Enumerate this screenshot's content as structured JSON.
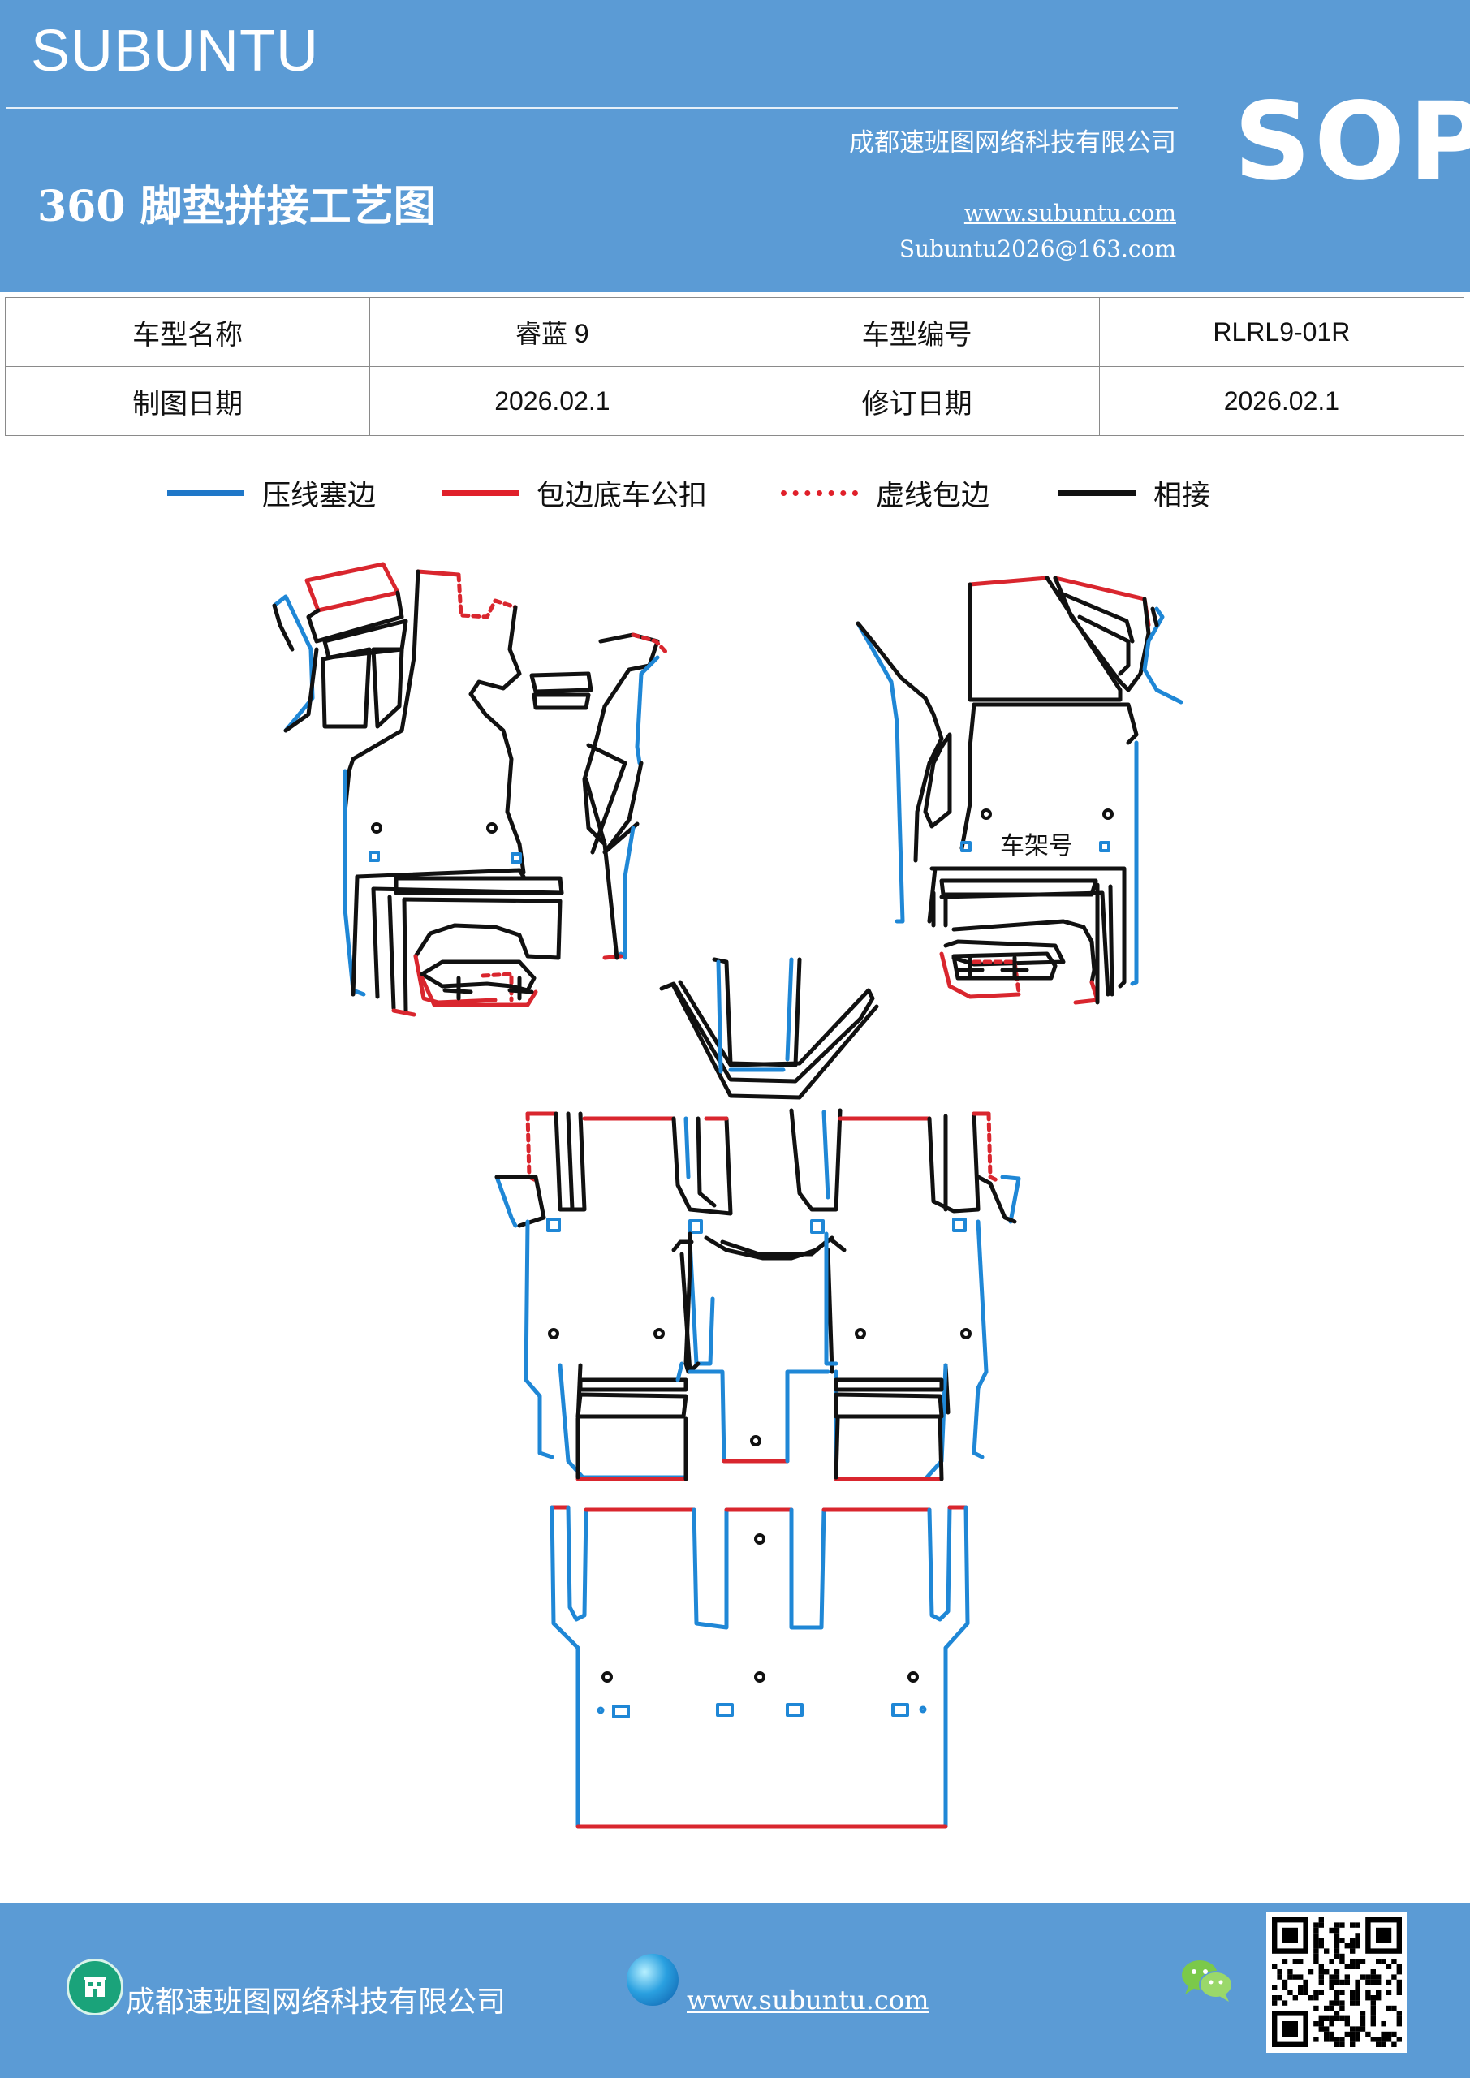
{
  "header": {
    "brand": "SUBUNTU",
    "company": "成都速班图网络科技有限公司",
    "title": "360 脚垫拼接工艺图",
    "website": "www.subuntu.com",
    "email": "Subuntu2026@163.com",
    "badge": "SOP",
    "background_color": "#5b9bd5"
  },
  "info_table": [
    [
      {
        "text": "车型名称",
        "kind": "label"
      },
      {
        "text": "睿蓝 9",
        "kind": "value"
      },
      {
        "text": "车型编号",
        "kind": "label"
      },
      {
        "text": "RLRL9-01R",
        "kind": "value"
      }
    ],
    [
      {
        "text": "制图日期",
        "kind": "label"
      },
      {
        "text": "2026.02.1",
        "kind": "value"
      },
      {
        "text": "修订日期",
        "kind": "label"
      },
      {
        "text": "2026.02.1",
        "kind": "value"
      }
    ]
  ],
  "legend": [
    {
      "label": "压线塞边",
      "color": "#1f77c8",
      "style": "solid"
    },
    {
      "label": "包边底车公扣",
      "color": "#e0202a",
      "style": "solid"
    },
    {
      "label": "虚线包边",
      "color": "#e0202a",
      "style": "dashed"
    },
    {
      "label": "相接",
      "color": "#111111",
      "style": "solid"
    }
  ],
  "drawing": {
    "frame_label": "车架号",
    "colors": {
      "blue": "#1f87d6",
      "red": "#d9262e",
      "black": "#111111"
    }
  },
  "footer": {
    "company": "成都速班图网络科技有限公司",
    "website": "www.subuntu.com",
    "icons": [
      "building-icon",
      "globe-icon",
      "wechat-icon",
      "qr-code"
    ]
  }
}
